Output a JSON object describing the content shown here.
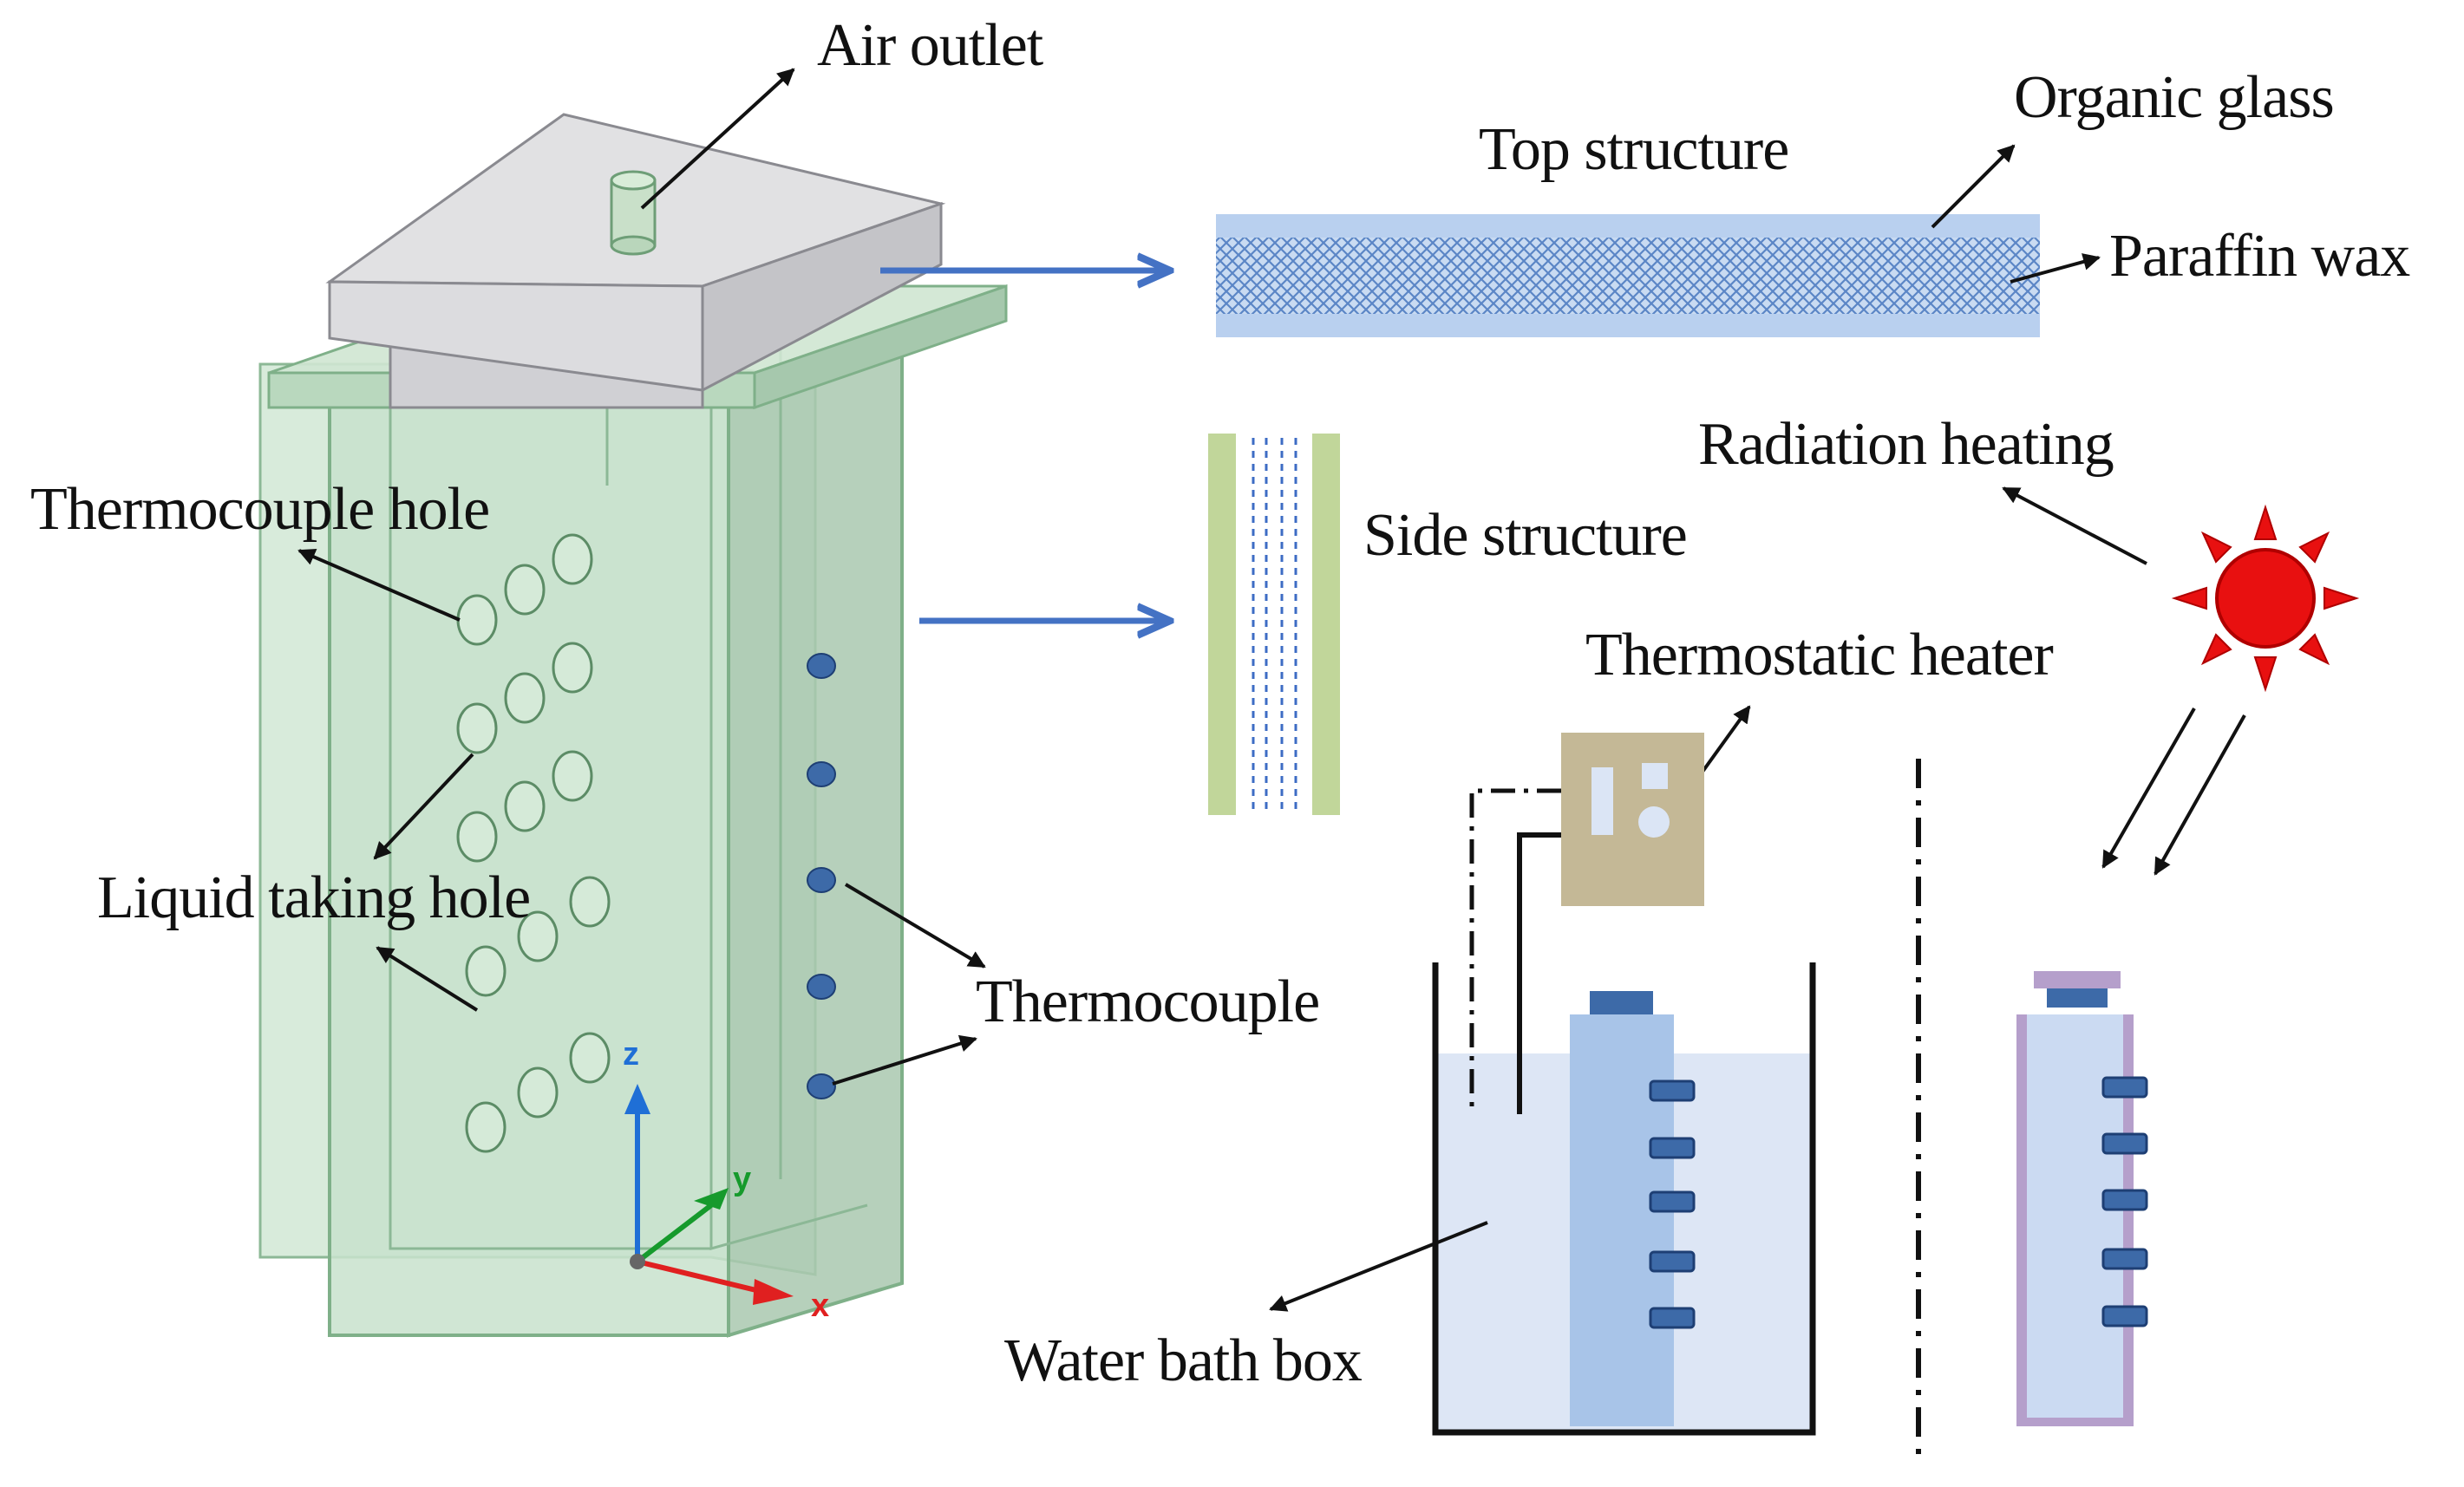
{
  "labels": {
    "air_outlet": "Air outlet",
    "top_structure": "Top structure",
    "organic_glass": "Organic glass",
    "paraffin_wax": "Paraffin wax",
    "radiation_heating": "Radiation heating",
    "thermocouple_hole": "Thermocouple hole",
    "side_structure": "Side structure",
    "thermostatic_heater": "Thermostatic heater",
    "liquid_taking_hole": "Liquid taking hole",
    "thermocouple": "Thermocouple",
    "water_bath_box": "Water bath box"
  },
  "axes": {
    "z": "z",
    "y": "y",
    "x": "x"
  },
  "colors": {
    "arrow_blue": "#4472C4",
    "container_green": "#cfe6d2",
    "container_stroke": "#7fb089",
    "lid_gray": "#e1e1e3",
    "paraffin_blue": "#a9c3e8",
    "water_blue": "#dde6f5",
    "tube_blue": "#a8c4e8",
    "sensor_blue": "#3d6aa8",
    "sun_red": "#e81010",
    "heater_tan": "#c4b896",
    "side_green": "#c1d69a",
    "tube_purple": "#b59fcb"
  }
}
